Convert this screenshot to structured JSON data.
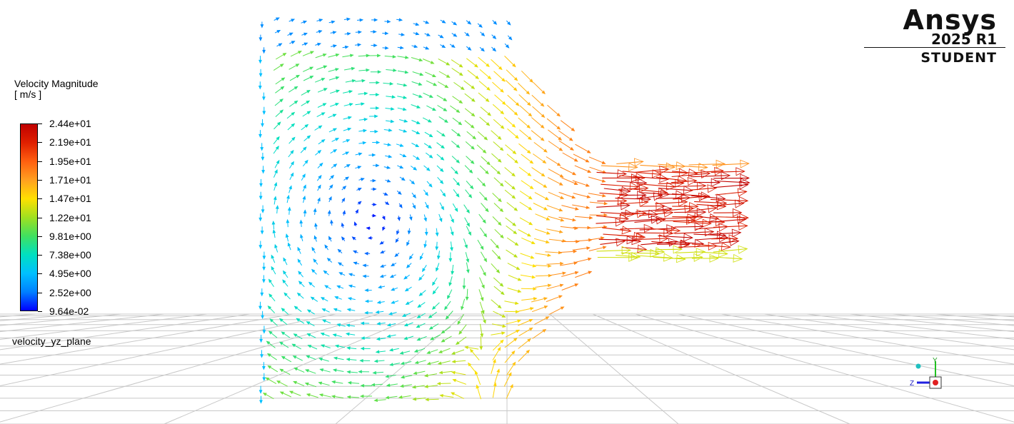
{
  "legend": {
    "title": "Velocity Magnitude",
    "unit": "[ m/s ]",
    "ticks": [
      "2.44e+01",
      "2.19e+01",
      "1.95e+01",
      "1.71e+01",
      "1.47e+01",
      "1.22e+01",
      "9.81e+00",
      "7.38e+00",
      "4.95e+00",
      "2.52e+00",
      "9.64e-02"
    ],
    "min": 0.0964,
    "max": 24.4,
    "colormap": [
      "#0000ff",
      "#0080ff",
      "#00c0ff",
      "#00e0c0",
      "#40e060",
      "#a0e020",
      "#ffe000",
      "#ffa020",
      "#ff6010",
      "#e02000",
      "#c00000"
    ]
  },
  "plane_label": "velocity_yz_plane",
  "logo": {
    "brand": "Ansys",
    "version": "2025 R1",
    "edition": "STUDENT"
  },
  "triad": {
    "axis_y": "Y",
    "axis_z": "Z"
  },
  "colors": {
    "background": "#ffffff",
    "grid": "#c8c8c8",
    "text": "#000000"
  }
}
